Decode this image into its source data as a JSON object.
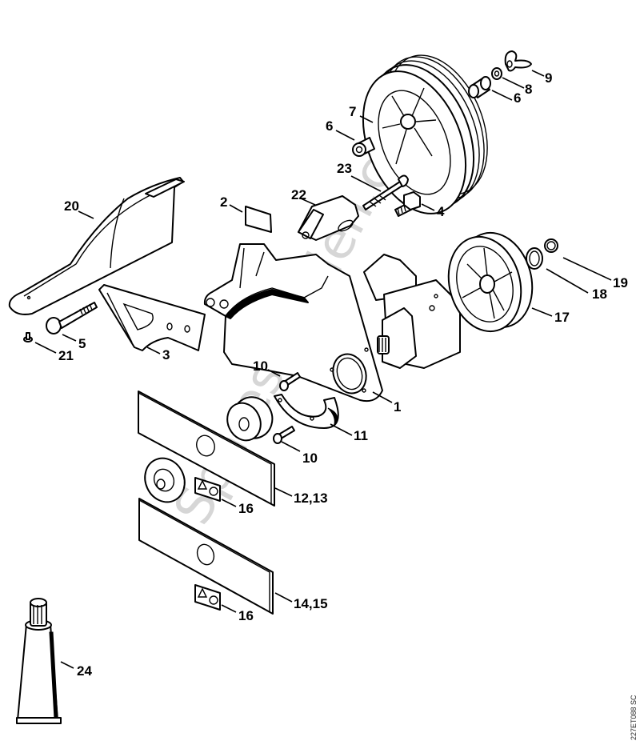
{
  "diagram": {
    "type": "exploded-parts-diagram",
    "watermark": "SparesGarden.com",
    "drawing_code": "227ET088 SC",
    "callouts": [
      {
        "id": "c1",
        "label": "1",
        "part": "gear-housing"
      },
      {
        "id": "c2",
        "label": "2",
        "part": "label-plate"
      },
      {
        "id": "c3",
        "label": "3",
        "part": "bracket-plate"
      },
      {
        "id": "c4",
        "label": "4",
        "part": "hex-bolt"
      },
      {
        "id": "c5",
        "label": "5",
        "part": "carriage-bolt"
      },
      {
        "id": "c6a",
        "label": "6",
        "part": "bushing-left"
      },
      {
        "id": "c6b",
        "label": "6",
        "part": "bushing-right"
      },
      {
        "id": "c7",
        "label": "7",
        "part": "large-wheel"
      },
      {
        "id": "c8",
        "label": "8",
        "part": "washer"
      },
      {
        "id": "c9",
        "label": "9",
        "part": "wing-nut"
      },
      {
        "id": "c10a",
        "label": "10",
        "part": "screw-upper"
      },
      {
        "id": "c10b",
        "label": "10",
        "part": "screw-lower"
      },
      {
        "id": "c11",
        "label": "11",
        "part": "half-ring-guard"
      },
      {
        "id": "c1213",
        "label": "12,13",
        "part": "blade-upper"
      },
      {
        "id": "c16a",
        "label": "16",
        "part": "warning-decal-upper"
      },
      {
        "id": "c1415",
        "label": "14,15",
        "part": "blade-lower"
      },
      {
        "id": "c16b",
        "label": "16",
        "part": "warning-decal-lower"
      },
      {
        "id": "c17",
        "label": "17",
        "part": "small-wheel"
      },
      {
        "id": "c18",
        "label": "18",
        "part": "flat-washer"
      },
      {
        "id": "c19",
        "label": "19",
        "part": "retaining-ring"
      },
      {
        "id": "c20",
        "label": "20",
        "part": "deflector-shield"
      },
      {
        "id": "c21",
        "label": "21",
        "part": "rivet"
      },
      {
        "id": "c22",
        "label": "22",
        "part": "clamp-block"
      },
      {
        "id": "c23",
        "label": "23",
        "part": "long-bolt"
      },
      {
        "id": "c24",
        "label": "24",
        "part": "grease-tube"
      }
    ]
  }
}
